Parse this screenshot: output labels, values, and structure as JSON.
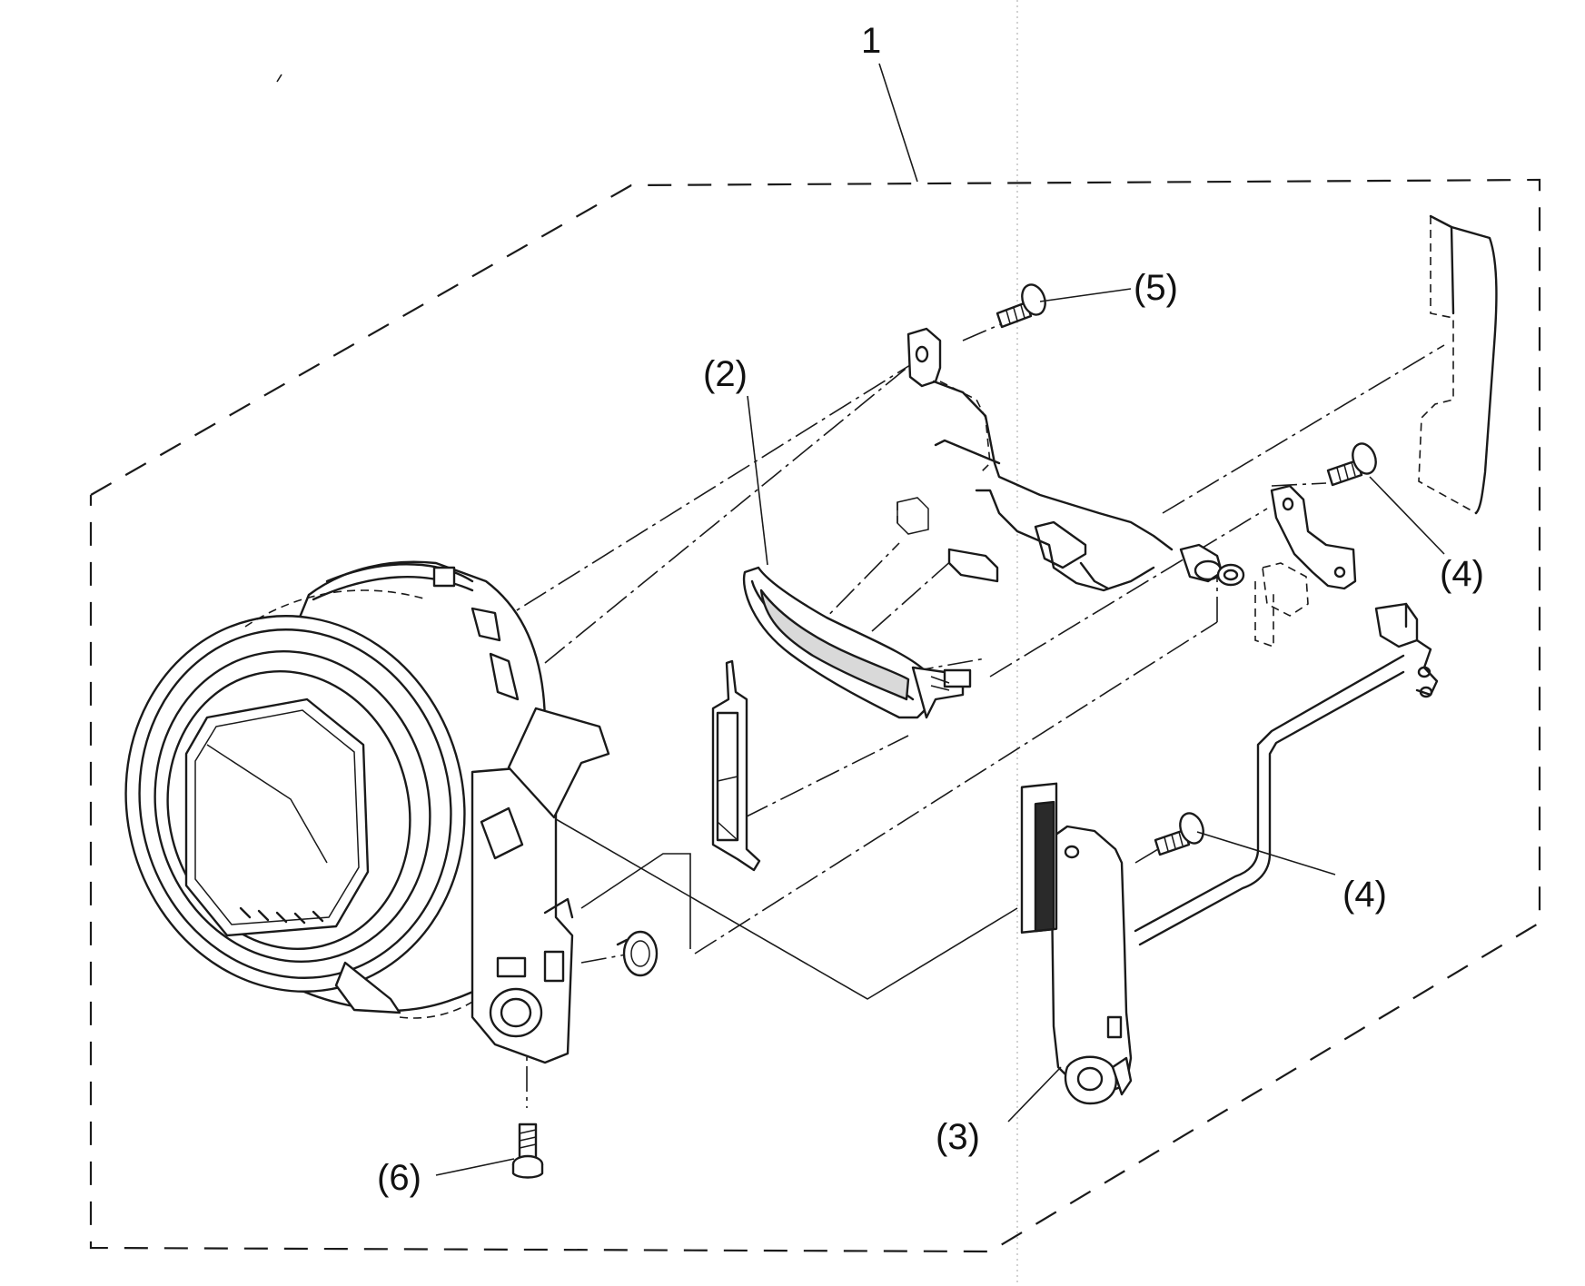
{
  "callouts": {
    "assembly": "1",
    "lens_unit": "(2)",
    "slider_bracket": "(3)",
    "screw_upper_right": "(4)",
    "screw_lower_right": "(4)",
    "screw_top": "(5)",
    "screw_bottom": "(6)"
  },
  "colors": {
    "line": "#1a1a1a",
    "background": "#ffffff"
  }
}
